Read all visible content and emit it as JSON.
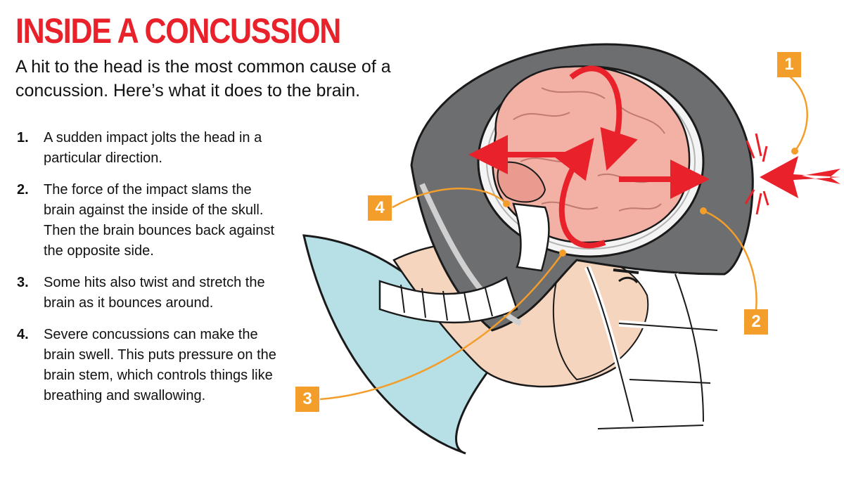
{
  "title": "INSIDE A CONCUSSION",
  "intro": "A hit to the head is the most common cause of a concussion. Here’s what it does to the brain.",
  "steps": [
    {
      "number": "1.",
      "text": "A sudden impact jolts the head in a particular direction."
    },
    {
      "number": "2.",
      "text": "The force of the impact slams the brain against the inside of the skull. Then the brain bounces back against the opposite side."
    },
    {
      "number": "3.",
      "text": "Some hits also twist and stretch the brain as it bounces around."
    },
    {
      "number": "4.",
      "text": "Severe concussions can make the brain swell. This puts pressure on the brain stem, which controls things like breathing and swallowing."
    }
  ],
  "callouts": {
    "c1": "1",
    "c2": "2",
    "c3": "3",
    "c4": "4"
  },
  "colors": {
    "title_red": "#e8212b",
    "callout_orange": "#f39d2b",
    "helmet_gray": "#6d6e70",
    "brain_pink": "#f3b1a6",
    "skin": "#f5d5bd",
    "jersey_blue": "#b6e0e6",
    "arrow_red": "#e8212b"
  }
}
